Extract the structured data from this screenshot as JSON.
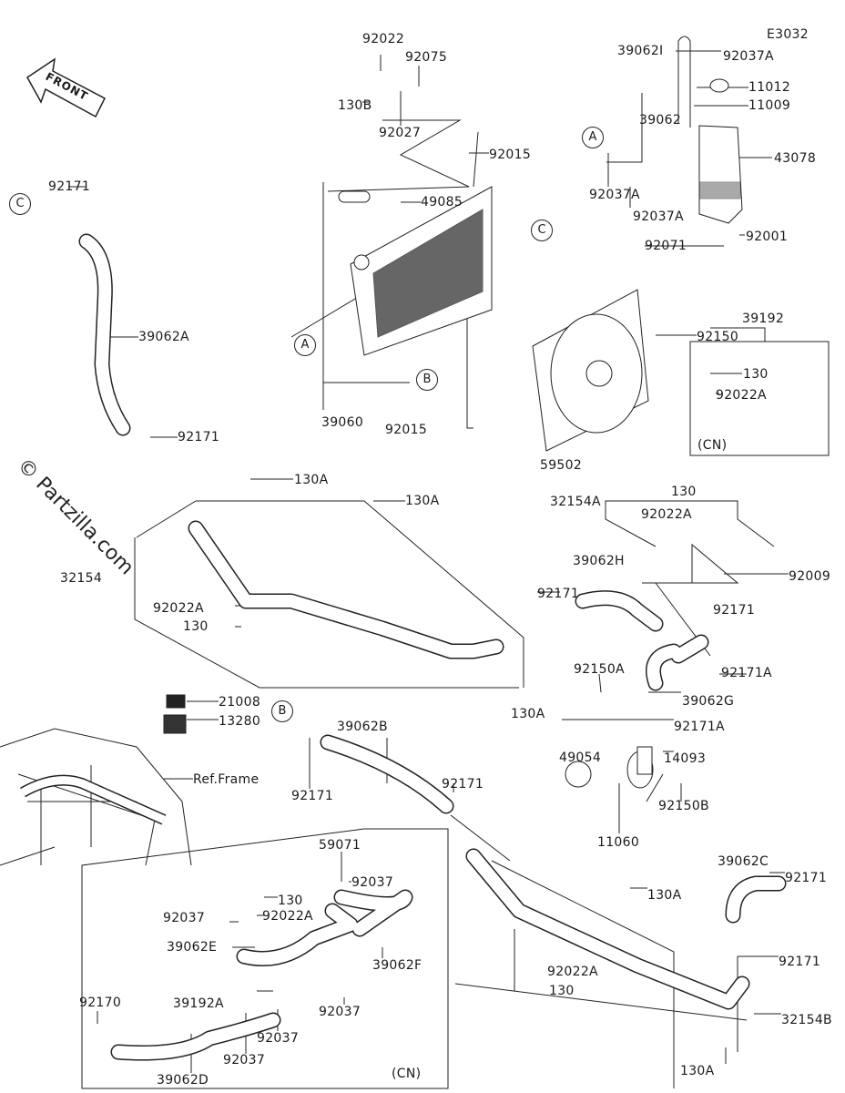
{
  "diagram_code": "E3032",
  "watermark": "© Partzilla.com",
  "front_arrow": "FRONT",
  "callouts": [
    "A",
    "C",
    "C",
    "A",
    "B",
    "B"
  ],
  "parts": [
    "E3032",
    "39062I",
    "92037A",
    "11012",
    "11009",
    "39062",
    "43078",
    "92037A",
    "92037A",
    "92001",
    "92071",
    "92022",
    "92075",
    "130B",
    "92027",
    "92015",
    "49085",
    "39060",
    "92015",
    "92150",
    "39192",
    "130",
    "92022A",
    "(CN)",
    "59502",
    "92171",
    "39062A",
    "92171",
    "130A",
    "130A",
    "32154",
    "92022A",
    "130",
    "32154A",
    "130",
    "92022A",
    "39062H",
    "92009",
    "92171",
    "92171",
    "92171A",
    "92150A",
    "130A",
    "39062G",
    "92171A",
    "21008",
    "13280",
    "39062B",
    "14093",
    "49054",
    "Ref.Frame",
    "92171",
    "92171",
    "11060",
    "92150B",
    "59071",
    "92037",
    "130",
    "92037",
    "92022A",
    "39062E",
    "39062F",
    "39192A",
    "92037",
    "92170",
    "92037",
    "92037",
    "39062D",
    "(CN)",
    "39062C",
    "92171",
    "130A",
    "92171",
    "92022A",
    "130",
    "32154B",
    "130A"
  ]
}
